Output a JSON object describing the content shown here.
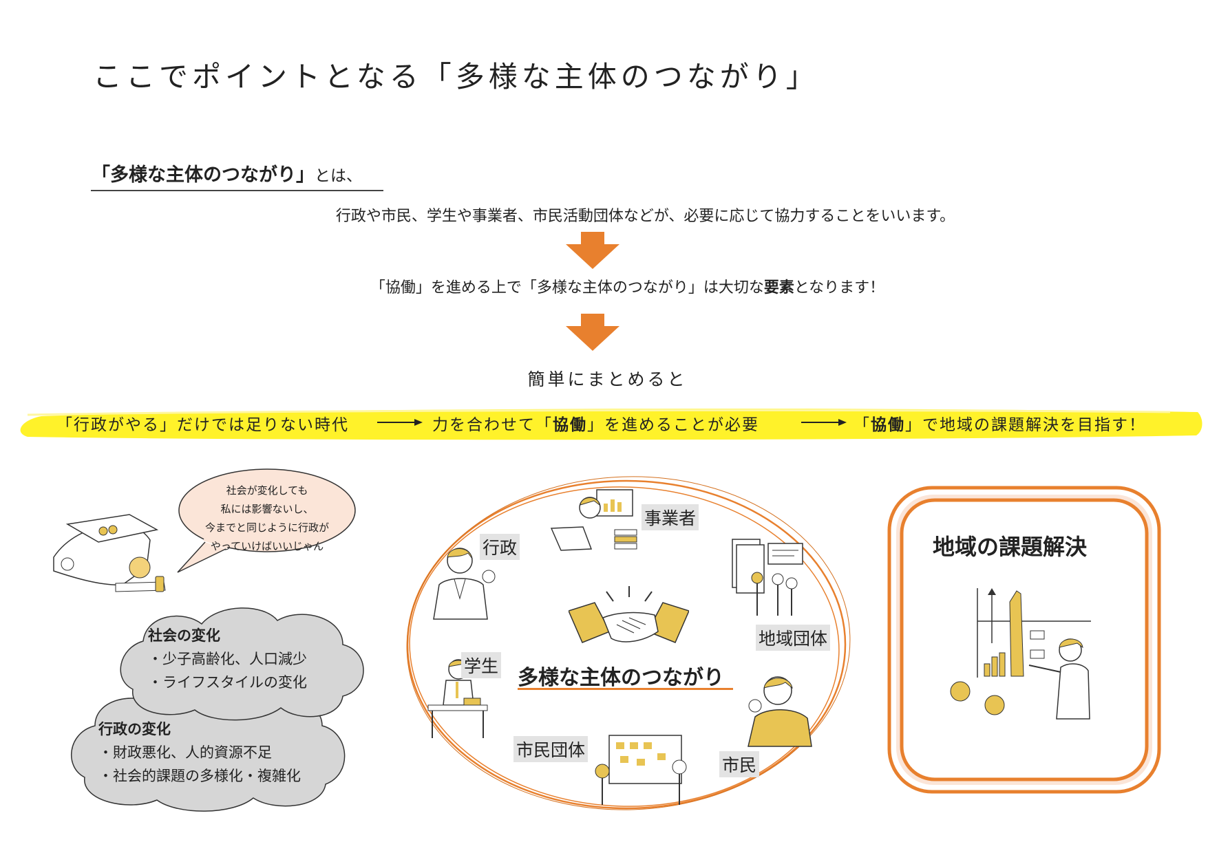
{
  "title": "ここでポイントとなる「多様な主体のつながり」",
  "definition": {
    "term": "「多様な主体のつながり」",
    "suffix": "とは、",
    "sentence": "行政や市民、学生や事業者、市民活動団体などが、必要に応じて協力することをいいます。",
    "importance_pre": "「協働」を進める上で「多様な主体のつながり」は大切な",
    "importance_bold": "要素",
    "importance_post": "となります！"
  },
  "summary_lead": "簡単にまとめると",
  "flow": {
    "step1": "「行政がやる」だけでは足りない時代",
    "step2_pre": "力を合わせて「",
    "step2_bold": "協働",
    "step2_post": "」を進めることが必要",
    "step3_pre": "「",
    "step3_bold": "協働",
    "step3_post": "」で地域の課題解決を目指す！"
  },
  "speech_bubble": [
    "社会が変化しても",
    "私には影響ないし、",
    "今までと同じように行政が",
    "やっていけばいいじゃん"
  ],
  "cloud_society": {
    "heading": "社会の変化",
    "items": [
      "・少子高齢化、人口減少",
      "・ライフスタイルの変化"
    ]
  },
  "cloud_admin": {
    "heading": "行政の変化",
    "items": [
      "・財政悪化、人的資源不足",
      "・社会的課題の多様化・複雑化"
    ]
  },
  "actors": {
    "gyosei": "行政",
    "jigyosha": "事業者",
    "chiiki_dantai": "地域団体",
    "gakusei": "学生",
    "shimin_dantai": "市民団体",
    "shimin": "市民"
  },
  "center_label": "多様な主体のつながり",
  "result_label": "地域の課題解決",
  "colors": {
    "arrow_orange": "#e8802e",
    "highlight_yellow": "#fff22a",
    "ring_orange": "#e8802e",
    "bubble_fill": "#fbe5d8",
    "cloud_fill": "#d6d6d6",
    "accent_gold": "#e8c453"
  }
}
